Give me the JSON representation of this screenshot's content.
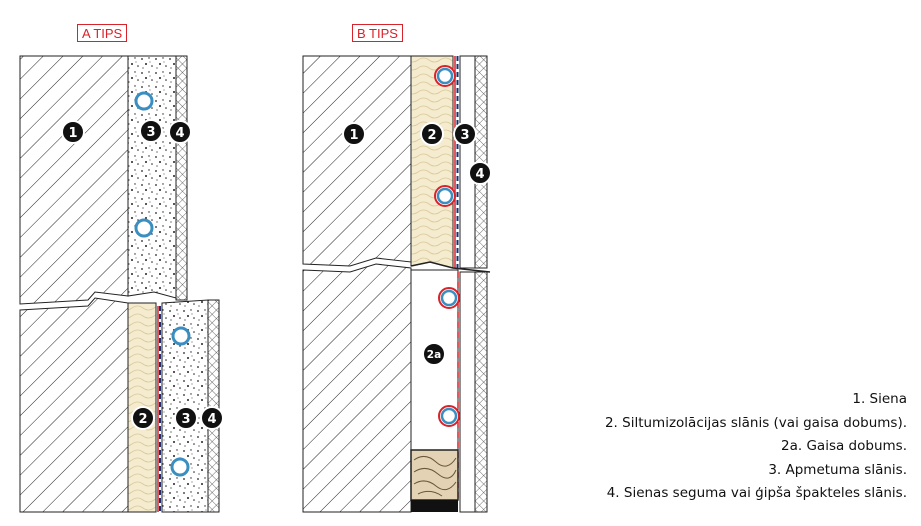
{
  "labels": {
    "a": "A TIPS",
    "b": "B TIPS"
  },
  "badges": {
    "n1": "1",
    "n2": "2",
    "n2a": "2a",
    "n3": "3",
    "n4": "4"
  },
  "legend": [
    "1. Siena",
    "2. Siltumizolācijas slānis (vai gaisa dobums).",
    "2a. Gaisa dobums.",
    "3. Apmetuma slānis.",
    "4. Sienas seguma vai ģipša špakteles slānis."
  ],
  "colors": {
    "accent": "#d8232a",
    "pipe_ring": "#3a8fc0",
    "insulation": "#f5ebce",
    "wood": "#e3d3b4",
    "badge": "#111111"
  }
}
